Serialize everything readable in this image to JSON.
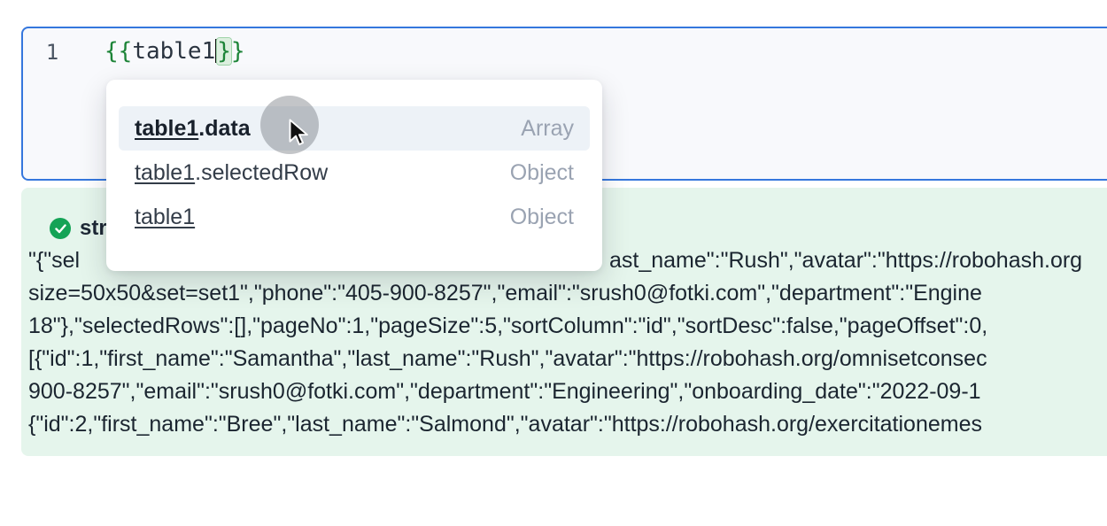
{
  "editor": {
    "line_number": "1",
    "tokens": {
      "open1": "{",
      "open2": "{",
      "value": "table1",
      "close1": "}",
      "close2": "}"
    }
  },
  "autocomplete": {
    "items": [
      {
        "base": "table1",
        "suffix": ".data",
        "type": "Array"
      },
      {
        "base": "table1",
        "suffix": ".selectedRow",
        "type": "Object"
      },
      {
        "base": "table1",
        "suffix": "",
        "type": "Object"
      }
    ]
  },
  "result": {
    "type_label": "string",
    "line1_left": "\"{\"sel",
    "line1_right": "ast_name\":\"Rush\",\"avatar\":\"https://robohash.org",
    "lines": [
      "size=50x50&set=set1\",\"phone\":\"405-900-8257\",\"email\":\"srush0@fotki.com\",\"department\":\"Engine",
      "18\"},\"selectedRows\":[],\"pageNo\":1,\"pageSize\":5,\"sortColumn\":\"id\",\"sortDesc\":false,\"pageOffset\":0,",
      "[{\"id\":1,\"first_name\":\"Samantha\",\"last_name\":\"Rush\",\"avatar\":\"https://robohash.org/omnisetconsec",
      "900-8257\",\"email\":\"srush0@fotki.com\",\"department\":\"Engineering\",\"onboarding_date\":\"2022-09-1",
      "{\"id\":2,\"first_name\":\"Bree\",\"last_name\":\"Salmond\",\"avatar\":\"https://robohash.org/exercitationemes"
    ]
  }
}
